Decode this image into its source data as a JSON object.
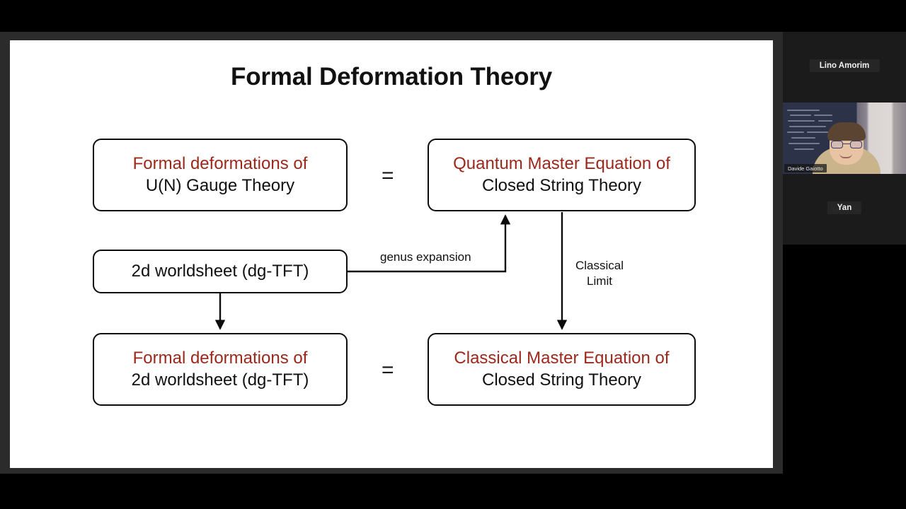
{
  "meeting": {
    "layout": "screen-share-with-participant-rail",
    "participants": [
      {
        "name": "Lino Amorim",
        "video_on": false
      },
      {
        "name": "Davide Gaiotto",
        "video_on": true
      },
      {
        "name": "Yan",
        "video_on": false
      }
    ]
  },
  "slide": {
    "title": "Formal Deformation Theory",
    "colors": {
      "accent_red": "#9c281c",
      "text_black": "#111111",
      "slide_background": "#ffffff",
      "share_frame": "#2b2b2b",
      "letterbox": "#000000"
    },
    "nodes": [
      {
        "id": "gauge",
        "line1": "Formal deformations of",
        "line1_color": "red",
        "line2": "U(N) Gauge Theory",
        "line2_color": "black"
      },
      {
        "id": "qme",
        "line1": "Quantum Master Equation of",
        "line1_color": "red",
        "line2": "Closed String Theory",
        "line2_color": "black"
      },
      {
        "id": "worldsheet",
        "line1": "2d worldsheet (dg-TFT)",
        "line1_color": "black",
        "line2": "",
        "line2_color": "black"
      },
      {
        "id": "formal2d",
        "line1": "Formal deformations of",
        "line1_color": "red",
        "line2": "2d worldsheet (dg-TFT)",
        "line2_color": "black"
      },
      {
        "id": "cme",
        "line1": "Classical Master Equation of",
        "line1_color": "red",
        "line2": "Closed String Theory",
        "line2_color": "black"
      }
    ],
    "relations": {
      "equals_top": "=",
      "equals_bottom": "="
    },
    "edge_labels": {
      "genus": "genus expansion",
      "classical_line1": "Classical",
      "classical_line2": "Limit"
    }
  }
}
